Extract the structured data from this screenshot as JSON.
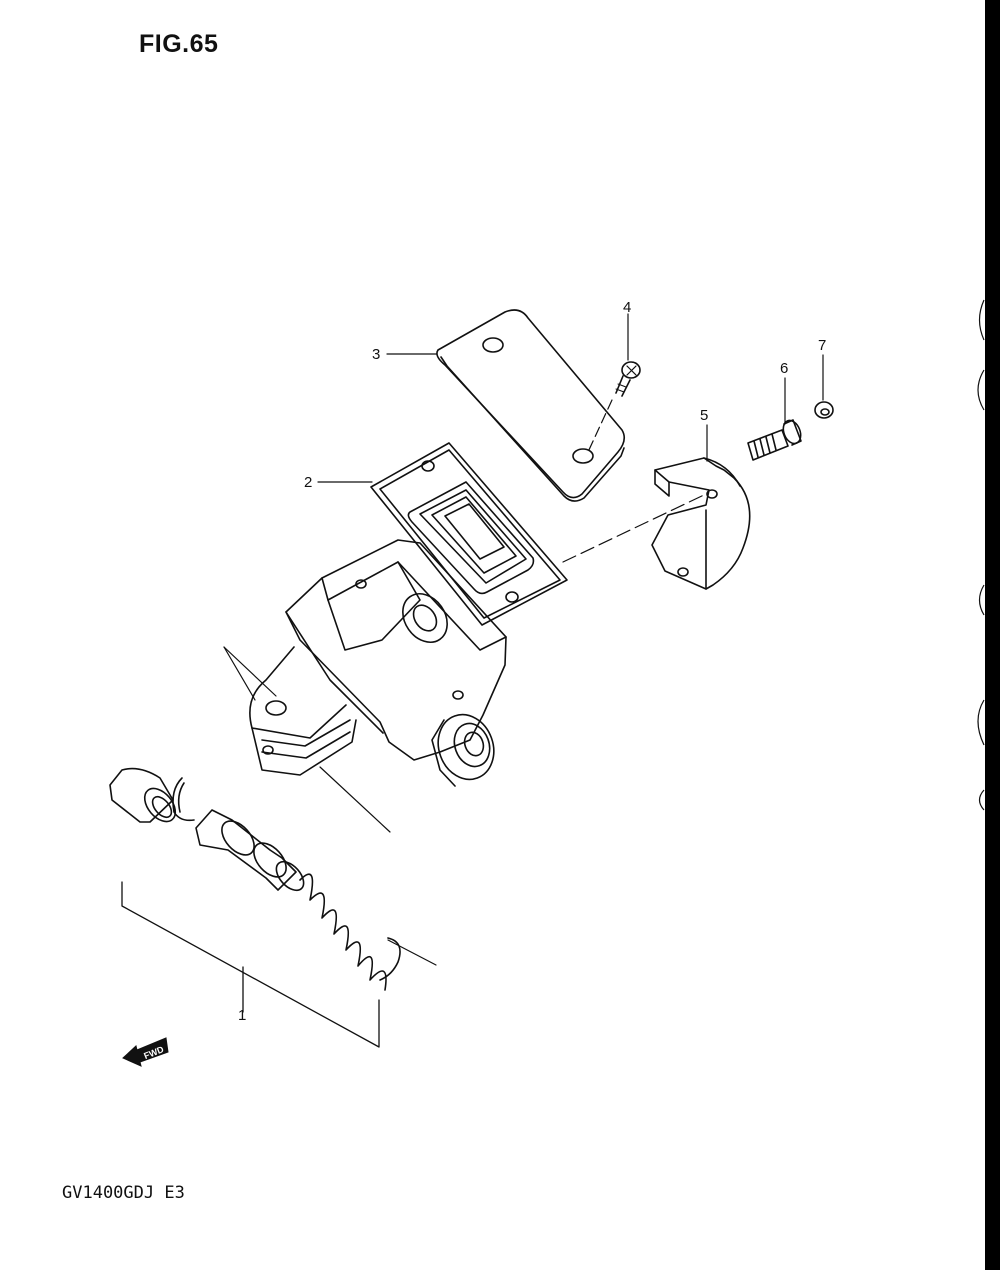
{
  "figure_label": "FIG.65",
  "model_code": "GV1400GDJ E3",
  "fwd_label": "FWD",
  "callouts": {
    "c1": "1",
    "c2": "2",
    "c3": "3",
    "c4": "4",
    "c5": "5",
    "c6": "6",
    "c7": "7"
  },
  "parts": [
    {
      "ref": "1",
      "icon": "piston-kit-icon"
    },
    {
      "ref": "2",
      "icon": "diaphragm-gasket-icon"
    },
    {
      "ref": "3",
      "icon": "reservoir-cap-icon"
    },
    {
      "ref": "4",
      "icon": "cap-screw-icon"
    },
    {
      "ref": "5",
      "icon": "clamp-holder-icon"
    },
    {
      "ref": "6",
      "icon": "bolt-icon"
    },
    {
      "ref": "7",
      "icon": "washer-icon"
    }
  ]
}
